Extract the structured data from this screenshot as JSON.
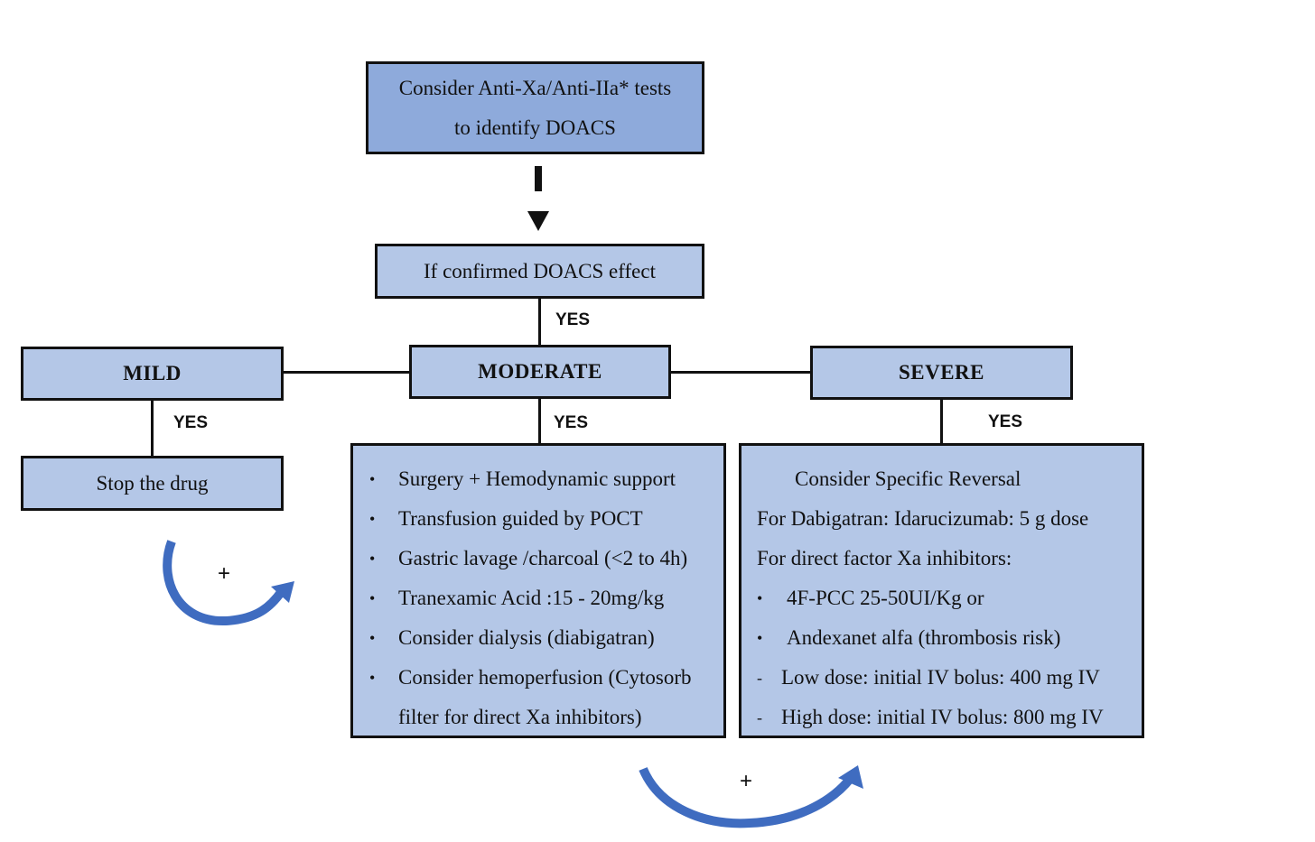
{
  "top_box": {
    "line1": "Consider Anti-Xa/Anti-IIa* tests",
    "line2": "to identify DOACS"
  },
  "confirm_box": {
    "text": "If confirmed DOACS effect"
  },
  "yes_label": "YES",
  "mild": {
    "header": "MILD",
    "action": "Stop the drug"
  },
  "moderate": {
    "header": "MODERATE",
    "items": [
      "Surgery + Hemodynamic support",
      "Transfusion guided by POCT",
      "Gastric lavage /charcoal (<2 to 4h)",
      "Tranexamic Acid :15 - 20mg/kg",
      "Consider dialysis (diabigatran)",
      "Consider hemoperfusion (Cytosorb"
    ],
    "continuation": "filter for direct Xa inhibitors)"
  },
  "severe": {
    "header": "SEVERE",
    "title": "Consider Specific Reversal",
    "dabigatran": "For Dabigatran:  Idarucizumab: 5 g dose",
    "xa_heading": "For direct factor Xa inhibitors:",
    "bullets": [
      "4F-PCC 25-50UI/Kg or",
      "Andexanet alfa  (thrombosis risk)"
    ],
    "doses": [
      "Low dose: initial IV bolus: 400 mg IV",
      "High dose: initial IV bolus: 800 mg IV"
    ]
  },
  "bullet_symbol": "•",
  "dash_symbol": "-",
  "plus_symbol": "+",
  "colors": {
    "box_fill": "#b4c7e7",
    "top_box_fill": "#8eaadb",
    "arrow_blue": "#3f6cc0",
    "border": "#111111"
  }
}
